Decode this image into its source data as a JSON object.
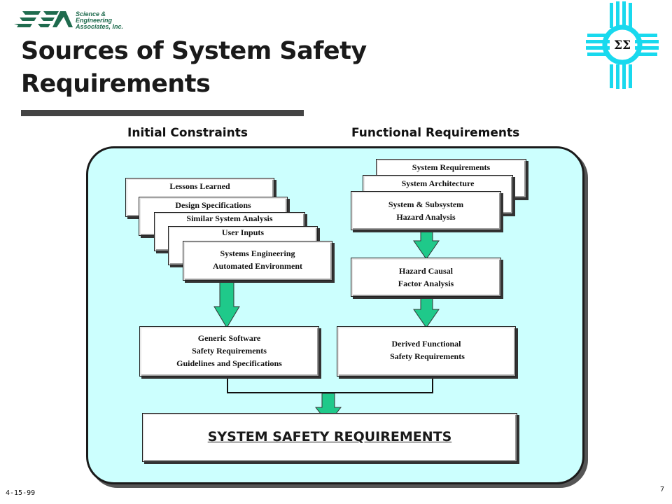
{
  "logo": {
    "company_lines": [
      "Science &",
      "Engineering",
      "Associates, Inc."
    ],
    "emblem": "zia-sun-sigma-emblem"
  },
  "title": {
    "line1": "Sources of System Safety",
    "line2": "Requirements"
  },
  "columns": {
    "left": "Initial Constraints",
    "right": "Functional Requirements"
  },
  "left_stack": [
    {
      "id": "lessons",
      "label": "Lessons Learned"
    },
    {
      "id": "design",
      "label": "Design Specifications"
    },
    {
      "id": "similar",
      "label": "Similar System Analysis"
    },
    {
      "id": "user",
      "label": "User Inputs"
    },
    {
      "id": "se",
      "lines": [
        "Systems Engineering",
        "Automated Environment"
      ]
    }
  ],
  "right_stack": [
    {
      "id": "sysreq",
      "label": "System  Requirements"
    },
    {
      "id": "sysarch",
      "label": "System  Architecture"
    },
    {
      "id": "ssha",
      "lines": [
        "System & Subsystem",
        "Hazard Analysis"
      ]
    }
  ],
  "hazard_causal": {
    "lines": [
      "Hazard Causal",
      "Factor Analysis"
    ]
  },
  "generic": {
    "lines": [
      "Generic Software",
      "Safety Requirements",
      "Guidelines and Specifications"
    ]
  },
  "derived": {
    "lines": [
      "Derived Functional",
      " Safety Requirements"
    ]
  },
  "final": {
    "label": "SYSTEM SAFETY REQUIREMENTS"
  },
  "footer": {
    "date": "4-15-99",
    "page": "7"
  },
  "colors": {
    "panel": "#ccfffe",
    "arrow": "#1fc98a",
    "logo": "#1f6b4e",
    "emblem": "#19d9ee"
  }
}
